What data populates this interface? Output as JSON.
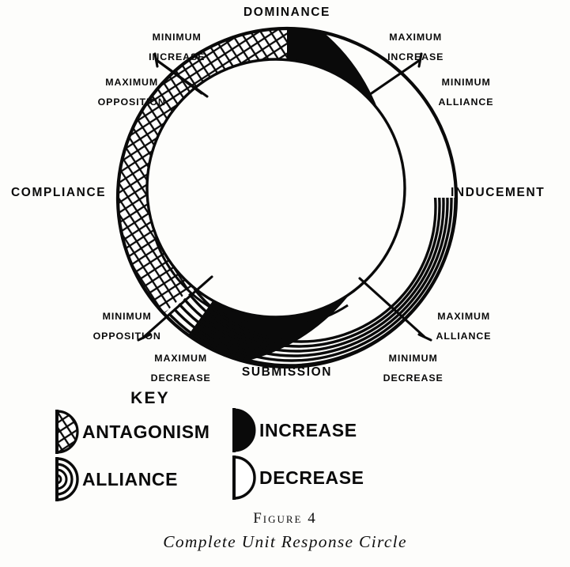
{
  "figure": {
    "number_label": "Figure 4",
    "title": "Complete Unit Response Circle"
  },
  "diagram": {
    "cardinals": [
      {
        "id": "dominance",
        "label": "DOMINANCE",
        "position": "top"
      },
      {
        "id": "inducement",
        "label": "INDUCEMENT",
        "position": "right"
      },
      {
        "id": "submission",
        "label": "SUBMISSION",
        "position": "bottom"
      },
      {
        "id": "compliance",
        "label": "COMPLIANCE",
        "position": "left"
      }
    ],
    "callouts": [
      {
        "id": "minimum-increase",
        "line1": "MINIMUM",
        "line2": "INCREASE",
        "quadrant": "top-left"
      },
      {
        "id": "maximum-opposition",
        "line1": "MAXIMUM",
        "line2": "OPPOSITION",
        "quadrant": "top-left"
      },
      {
        "id": "maximum-increase",
        "line1": "MAXIMUM",
        "line2": "INCREASE",
        "quadrant": "top-right"
      },
      {
        "id": "minimum-alliance",
        "line1": "MINIMUM",
        "line2": "ALLIANCE",
        "quadrant": "top-right"
      },
      {
        "id": "minimum-opposition",
        "line1": "MINIMUM",
        "line2": "OPPOSITION",
        "quadrant": "bottom-left"
      },
      {
        "id": "maximum-decrease",
        "line1": "MAXIMUM",
        "line2": "DECREASE",
        "quadrant": "bottom-left"
      },
      {
        "id": "maximum-alliance",
        "line1": "MAXIMUM",
        "line2": "ALLIANCE",
        "quadrant": "bottom-right"
      },
      {
        "id": "minimum-decrease",
        "line1": "MINIMUM",
        "line2": "DECREASE",
        "quadrant": "bottom-right"
      }
    ]
  },
  "key": {
    "title": "KEY",
    "entries": [
      {
        "id": "antagonism",
        "label": "ANTAGONISM",
        "glyph": "crosshatched-half-disc",
        "column": "left",
        "row": 1
      },
      {
        "id": "increase",
        "label": "INCREASE",
        "glyph": "solid-half-disc",
        "column": "right",
        "row": 1
      },
      {
        "id": "alliance",
        "label": "ALLIANCE",
        "glyph": "concentric-half-disc",
        "column": "left",
        "row": 2
      },
      {
        "id": "decrease",
        "label": "DECREASE",
        "glyph": "outline-half-disc",
        "column": "right",
        "row": 2
      }
    ]
  },
  "colors": {
    "ink": "#0a0a0a",
    "paper": "#fdfdfb"
  }
}
